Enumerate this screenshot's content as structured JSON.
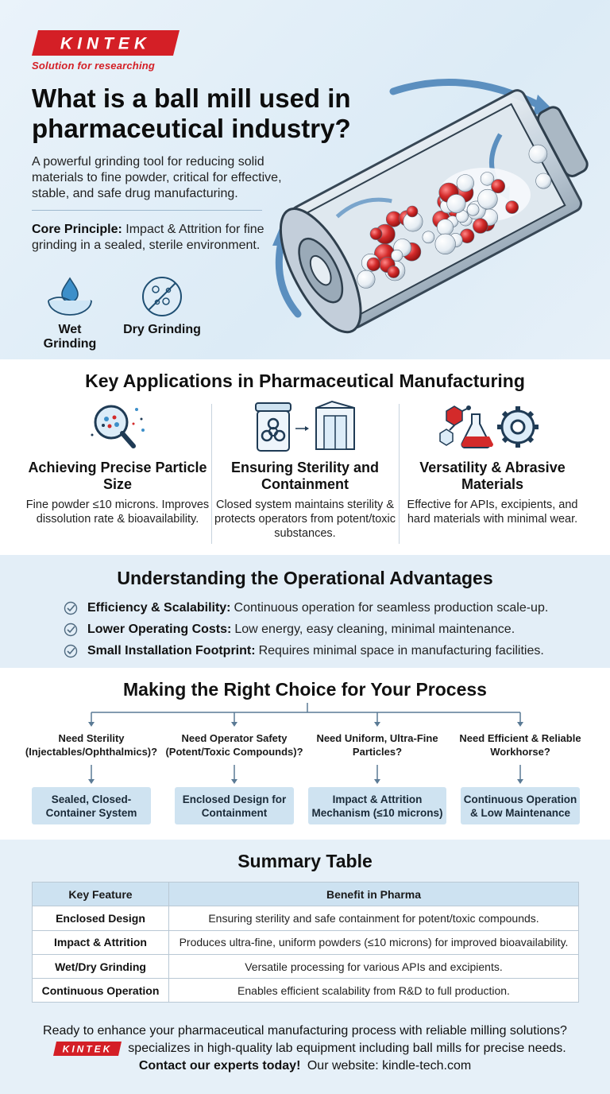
{
  "brand": {
    "logo_text": "KINTEK",
    "tagline": "Solution for researching",
    "color": "#d41f26"
  },
  "hero": {
    "title": "What is a ball mill used in pharmaceutical industry?",
    "intro": "A powerful grinding tool for reducing solid materials to fine powder, critical for effective, stable, and safe drug manufacturing.",
    "core_label": "Core Principle:",
    "core_text": "Impact & Attrition for fine grinding in a sealed, sterile environment.",
    "wet_label": "Wet Grinding",
    "dry_label": "Dry Grinding"
  },
  "applications": {
    "title": "Key Applications in Pharmaceutical Manufacturing",
    "items": [
      {
        "heading": "Achieving Precise Particle Size",
        "text": "Fine powder ≤10 microns. Improves dissolution rate & bioavailability.",
        "icon": "magnifier-particles-icon"
      },
      {
        "heading": "Ensuring Sterility and Containment",
        "text": "Closed system maintains sterility & protects operators from potent/toxic substances.",
        "icon": "biohazard-container-icon"
      },
      {
        "heading": "Versatility & Abrasive Materials",
        "text": "Effective for APIs, excipients, and hard materials with minimal wear.",
        "icon": "molecule-flask-gear-icon"
      }
    ]
  },
  "advantages": {
    "title": "Understanding the Operational Advantages",
    "items": [
      {
        "label": "Efficiency & Scalability:",
        "text": "Continuous operation for seamless production scale-up."
      },
      {
        "label": "Lower Operating Costs:",
        "text": "Low energy, easy cleaning, minimal maintenance."
      },
      {
        "label": "Small Installation Footprint:",
        "text": "Requires minimal space in manufacturing facilities."
      }
    ]
  },
  "choice": {
    "title": "Making the Right Choice for Your Process",
    "items": [
      {
        "need": "Need Sterility (Injectables/Ophthalmics)?",
        "answer": "Sealed, Closed-Container System"
      },
      {
        "need": "Need Operator Safety (Potent/Toxic Compounds)?",
        "answer": "Enclosed Design for Containment"
      },
      {
        "need": "Need Uniform, Ultra-Fine Particles?",
        "answer": "Impact & Attrition Mechanism (≤10 microns)"
      },
      {
        "need": "Need Efficient & Reliable Workhorse?",
        "answer": "Continuous Operation & Low Maintenance"
      }
    ]
  },
  "summary": {
    "title": "Summary Table",
    "headers": [
      "Key Feature",
      "Benefit in Pharma"
    ],
    "rows": [
      [
        "Enclosed Design",
        "Ensuring sterility and safe containment for potent/toxic compounds."
      ],
      [
        "Impact & Attrition",
        "Produces ultra-fine, uniform powders (≤10 microns) for improved bioavailability."
      ],
      [
        "Wet/Dry Grinding",
        "Versatile processing for various APIs and excipients."
      ],
      [
        "Continuous Operation",
        "Enables efficient scalability from R&D to full production."
      ]
    ]
  },
  "cta": {
    "line1": "Ready to enhance your pharmaceutical manufacturing process with reliable milling solutions?",
    "line2": "specializes in high-quality lab equipment including ball mills for precise needs.",
    "line3_bold": "Contact our experts today!",
    "line3_rest": "Our website: kindle-tech.com"
  }
}
